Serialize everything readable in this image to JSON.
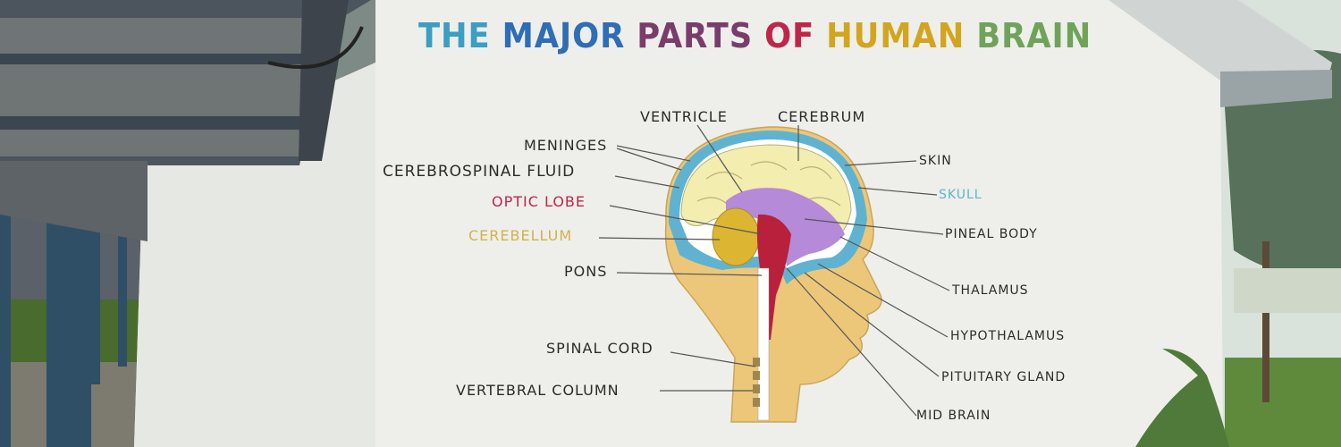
{
  "title": {
    "words": [
      "THE",
      "MAJOR",
      "PARTS",
      "OF",
      "HUMAN",
      "BRAIN"
    ],
    "colors": [
      "#3b9ec2",
      "#2f6db5",
      "#7a3c6d",
      "#c0264a",
      "#d3a51f",
      "#6fa35a"
    ]
  },
  "labels": {
    "ventricle": "VENTRICLE",
    "cerebrum": "CEREBRUM",
    "meninges": "MENINGES",
    "cerebrospinal_fluid": "CEREBROSPINAL FLUID",
    "optic_lobe": "OPTIC LOBE",
    "cerebellum": "CEREBELLUM",
    "pons": "PONS",
    "spinal_cord": "SPINAL CORD",
    "vertebral_column": "VERTEBRAL COLUMN",
    "skin": "SKIN",
    "skull": "SKULL",
    "pineal_body": "PINEAL BODY",
    "thalamus": "THALAMUS",
    "hypothalamus": "HYPOTHALAMUS",
    "pituitary_gland": "PITUITARY GLAND",
    "mid_brain": "MID BRAIN"
  },
  "colors": {
    "label_default": "#2b2b2b",
    "optic_lobe": "#c0264a",
    "cerebellum": "#d3b14a",
    "skull": "#5fb3d0",
    "wall": "#eeefea",
    "head": "#ecc77a",
    "brain": "#f3edb0",
    "ventricle": "#b48ad9",
    "brainstem": "#b8203b"
  }
}
